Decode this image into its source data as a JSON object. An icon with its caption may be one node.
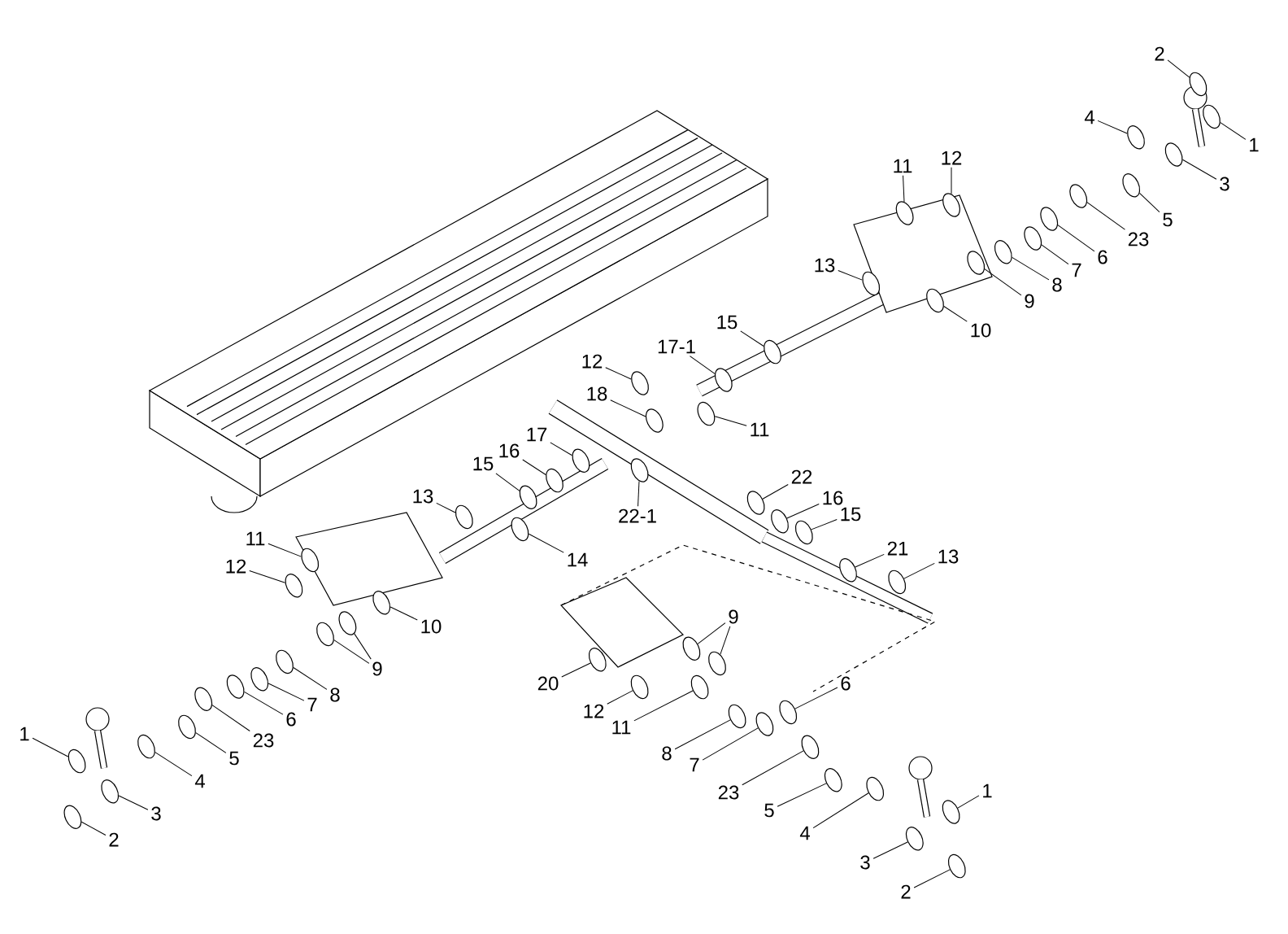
{
  "diagram": {
    "nodes": [
      {
        "text": [
          "2"
        ]
      },
      {
        "text": [
          "1"
        ]
      },
      {
        "text": [
          "3"
        ]
      },
      {
        "text": [
          "4"
        ]
      },
      {
        "text": [
          "5"
        ]
      },
      {
        "text": [
          "23"
        ]
      },
      {
        "text": [
          "6"
        ]
      },
      {
        "text": [
          "7"
        ]
      },
      {
        "text": [
          "8"
        ]
      },
      {
        "text": [
          "9"
        ]
      },
      {
        "text": [
          "10"
        ]
      },
      {
        "text": [
          "11"
        ]
      },
      {
        "text": [
          "12"
        ]
      },
      {
        "text": [
          "13"
        ]
      },
      {
        "text": [
          "15"
        ]
      },
      {
        "text": [
          "17-1"
        ]
      },
      {
        "text": [
          "12"
        ]
      },
      {
        "text": [
          "18"
        ]
      },
      {
        "text": [
          "11"
        ]
      },
      {
        "text": [
          "17"
        ]
      },
      {
        "text": [
          "16"
        ]
      },
      {
        "text": [
          "15"
        ]
      },
      {
        "text": [
          "22-1"
        ]
      },
      {
        "text": [
          "14"
        ]
      },
      {
        "text": [
          "13"
        ]
      },
      {
        "text": [
          "22"
        ]
      },
      {
        "text": [
          "16"
        ]
      },
      {
        "text": [
          "15"
        ]
      },
      {
        "text": [
          "21"
        ]
      },
      {
        "text": [
          "13"
        ]
      },
      {
        "text": [
          "11"
        ]
      },
      {
        "text": [
          "12"
        ]
      },
      {
        "text": [
          "10"
        ]
      },
      {
        "text": [
          "9"
        ]
      },
      {
        "text": [
          "8"
        ]
      },
      {
        "text": [
          "7"
        ]
      },
      {
        "text": [
          "6"
        ]
      },
      {
        "text": [
          "23"
        ]
      },
      {
        "text": [
          "5"
        ]
      },
      {
        "text": [
          "4"
        ]
      },
      {
        "text": [
          "1"
        ]
      },
      {
        "text": [
          "3"
        ]
      },
      {
        "text": [
          "2"
        ]
      },
      {
        "text": [
          "9"
        ]
      },
      {
        "text": [
          "20"
        ]
      },
      {
        "text": [
          "12"
        ]
      },
      {
        "text": [
          "11"
        ]
      },
      {
        "text": [
          "8"
        ]
      },
      {
        "text": [
          "7"
        ]
      },
      {
        "text": [
          "6"
        ]
      },
      {
        "text": [
          "23"
        ]
      },
      {
        "text": [
          "5"
        ]
      },
      {
        "text": [
          "4"
        ]
      },
      {
        "text": [
          "1"
        ]
      },
      {
        "text": [
          "3"
        ]
      },
      {
        "text": [
          "2"
        ]
      },
      {
        "text": [],
        "shape": "picture"
      },
      {
        "text": [],
        "shape": "picture"
      },
      {
        "text": [],
        "shape": "picture"
      },
      {
        "text": [],
        "shape": "picture"
      },
      {
        "text": [],
        "shape": "picture"
      },
      {
        "text": [],
        "shape": "picture"
      },
      {
        "text": [],
        "shape": "picture"
      },
      {
        "text": [],
        "shape": "picture"
      },
      {
        "text": [],
        "shape": "picture"
      },
      {
        "text": [],
        "shape": "picture"
      },
      {
        "text": [],
        "shape": "picture"
      },
      {
        "text": [],
        "shape": "picture"
      },
      {
        "text": [],
        "shape": "picture"
      },
      {
        "text": [],
        "shape": "picture"
      },
      {
        "text": [],
        "shape": "picture"
      },
      {
        "text": [],
        "shape": "picture"
      },
      {
        "text": [],
        "shape": "picture"
      },
      {
        "text": [],
        "shape": "picture"
      },
      {
        "text": [],
        "shape": "picture"
      },
      {
        "text": [],
        "shape": "picture"
      },
      {
        "text": [],
        "shape": "picture"
      },
      {
        "text": [],
        "shape": "picture"
      },
      {
        "text": [],
        "shape": "picture"
      },
      {
        "text": [],
        "shape": "picture"
      },
      {
        "text": [],
        "shape": "picture"
      },
      {
        "text": [],
        "shape": "picture"
      },
      {
        "text": [],
        "shape": "picture"
      },
      {
        "text": [],
        "shape": "picture"
      },
      {
        "text": [],
        "shape": "picture"
      },
      {
        "text": [],
        "shape": "picture"
      },
      {
        "text": [],
        "shape": "picture"
      },
      {
        "text": [],
        "shape": "picture"
      },
      {
        "text": [],
        "shape": "picture"
      },
      {
        "text": [],
        "shape": "picture"
      },
      {
        "text": [],
        "shape": "picture"
      },
      {
        "text": [],
        "shape": "picture"
      },
      {
        "text": [],
        "shape": "picture"
      },
      {
        "text": [],
        "shape": "picture"
      },
      {
        "text": [],
        "shape": "picture"
      },
      {
        "text": [],
        "shape": "picture"
      },
      {
        "text": [],
        "shape": "picture"
      },
      {
        "text": [],
        "shape": "picture"
      },
      {
        "text": [],
        "shape": "picture"
      },
      {
        "text": [],
        "shape": "picture"
      },
      {
        "text": [],
        "shape": "picture"
      },
      {
        "text": [],
        "shape": "picture"
      },
      {
        "text": [],
        "shape": "picture"
      },
      {
        "text": [],
        "shape": "picture"
      },
      {
        "text": [],
        "shape": "picture"
      },
      {
        "text": [],
        "shape": "picture"
      },
      {
        "text": [],
        "shape": "picture"
      },
      {
        "text": [],
        "shape": "picture"
      },
      {
        "text": [],
        "shape": "picture"
      },
      {
        "text": [],
        "shape": "picture"
      },
      {
        "text": [],
        "shape": "picture"
      },
      {
        "text": [],
        "shape": "picture"
      },
      {
        "text": [],
        "shape": "picture"
      },
      {
        "text": [],
        "shape": "picture"
      }
    ],
    "edges": [
      {
        "from": 0,
        "to": 56,
        "arrow": "none"
      },
      {
        "from": 1,
        "to": 57,
        "arrow": "none"
      },
      {
        "from": 2,
        "to": 58,
        "arrow": "none"
      },
      {
        "from": 3,
        "to": 59,
        "arrow": "none"
      },
      {
        "from": 4,
        "to": 60,
        "arrow": "none"
      },
      {
        "from": 5,
        "to": 61,
        "arrow": "none"
      },
      {
        "from": 6,
        "to": 62,
        "arrow": "none"
      },
      {
        "from": 7,
        "to": 63,
        "arrow": "none"
      },
      {
        "from": 8,
        "to": 64,
        "arrow": "none"
      },
      {
        "from": 9,
        "to": 65,
        "arrow": "none"
      },
      {
        "from": 10,
        "to": 66,
        "arrow": "none"
      },
      {
        "from": 11,
        "to": 67,
        "arrow": "none"
      },
      {
        "from": 12,
        "to": 68,
        "arrow": "none"
      },
      {
        "from": 13,
        "to": 69,
        "arrow": "none"
      },
      {
        "from": 14,
        "to": 70,
        "arrow": "none"
      },
      {
        "from": 15,
        "to": 71,
        "arrow": "none"
      },
      {
        "from": 16,
        "to": 72,
        "arrow": "none"
      },
      {
        "from": 17,
        "to": 73,
        "arrow": "none"
      },
      {
        "from": 18,
        "to": 74,
        "arrow": "none"
      },
      {
        "from": 19,
        "to": 75,
        "arrow": "none"
      },
      {
        "from": 20,
        "to": 76,
        "arrow": "none"
      },
      {
        "from": 21,
        "to": 77,
        "arrow": "none"
      },
      {
        "from": 22,
        "to": 78,
        "arrow": "none"
      },
      {
        "from": 23,
        "to": 79,
        "arrow": "none"
      },
      {
        "from": 24,
        "to": 80,
        "arrow": "none"
      },
      {
        "from": 25,
        "to": 81,
        "arrow": "none"
      },
      {
        "from": 26,
        "to": 82,
        "arrow": "none"
      },
      {
        "from": 27,
        "to": 83,
        "arrow": "none"
      },
      {
        "from": 28,
        "to": 84,
        "arrow": "none"
      },
      {
        "from": 29,
        "to": 85,
        "arrow": "none"
      },
      {
        "from": 30,
        "to": 86,
        "arrow": "none"
      },
      {
        "from": 31,
        "to": 87,
        "arrow": "none"
      },
      {
        "from": 32,
        "to": 88,
        "arrow": "none"
      },
      {
        "from": 33,
        "to": 89,
        "arrow": "none"
      },
      {
        "from": 33,
        "to": 90,
        "arrow": "none"
      },
      {
        "from": 34,
        "to": 91,
        "arrow": "none"
      },
      {
        "from": 35,
        "to": 92,
        "arrow": "none"
      },
      {
        "from": 36,
        "to": 93,
        "arrow": "none"
      },
      {
        "from": 37,
        "to": 94,
        "arrow": "none"
      },
      {
        "from": 38,
        "to": 95,
        "arrow": "none"
      },
      {
        "from": 39,
        "to": 96,
        "arrow": "none"
      },
      {
        "from": 40,
        "to": 97,
        "arrow": "none"
      },
      {
        "from": 41,
        "to": 98,
        "arrow": "none"
      },
      {
        "from": 42,
        "to": 99,
        "arrow": "none"
      },
      {
        "from": 43,
        "to": 100,
        "arrow": "none"
      },
      {
        "from": 43,
        "to": 101,
        "arrow": "none"
      },
      {
        "from": 44,
        "to": 102,
        "arrow": "none"
      },
      {
        "from": 45,
        "to": 103,
        "arrow": "none"
      },
      {
        "from": 46,
        "to": 104,
        "arrow": "none"
      },
      {
        "from": 47,
        "to": 105,
        "arrow": "none"
      },
      {
        "from": 48,
        "to": 106,
        "arrow": "none"
      },
      {
        "from": 49,
        "to": 107,
        "arrow": "none"
      },
      {
        "from": 50,
        "to": 108,
        "arrow": "none"
      },
      {
        "from": 51,
        "to": 109,
        "arrow": "none"
      },
      {
        "from": 52,
        "to": 110,
        "arrow": "none"
      },
      {
        "from": 53,
        "to": 111,
        "arrow": "none"
      },
      {
        "from": 54,
        "to": 112,
        "arrow": "none"
      },
      {
        "from": 55,
        "to": 113,
        "arrow": "none"
      }
    ]
  }
}
